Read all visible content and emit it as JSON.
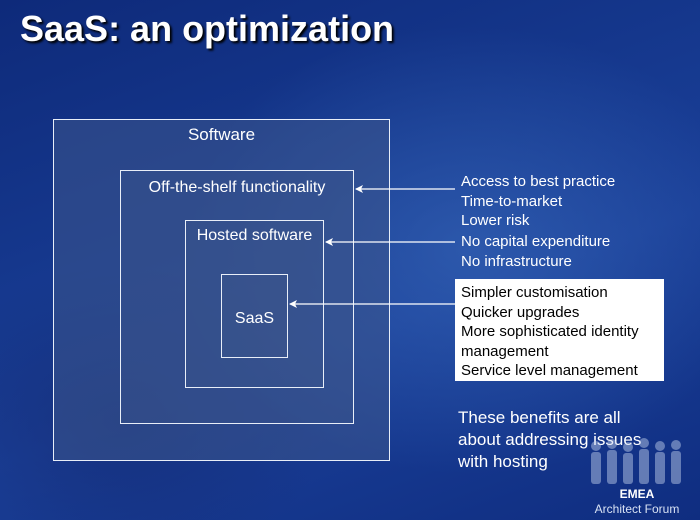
{
  "slide": {
    "title": "SaaS: an optimization"
  },
  "diagram": {
    "boxes": {
      "software": "Software",
      "off_the_shelf": "Off-the-shelf functionality",
      "hosted": "Hosted software",
      "saas": "SaaS"
    },
    "benefits_off_the_shelf": [
      "Access to best practice",
      "Time-to-market",
      "Lower risk"
    ],
    "benefits_hosted": [
      "No capital expenditure",
      "No infrastructure"
    ],
    "benefits_saas": [
      "Simpler customisation",
      "Quicker upgrades",
      "More sophisticated identity",
      "management",
      "Service level management"
    ]
  },
  "note": {
    "lines": [
      "These benefits are all",
      "about addressing issues",
      "with hosting"
    ]
  },
  "logo": {
    "line1": "EMEA",
    "line2": "Architect Forum"
  }
}
